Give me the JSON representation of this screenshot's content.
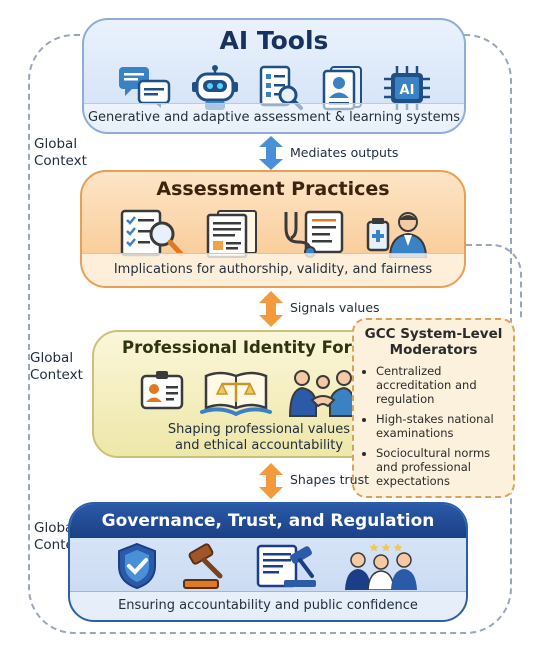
{
  "side_labels": {
    "top": [
      "Global",
      "Context"
    ],
    "middle": [
      "Global",
      "Context"
    ],
    "bottom": [
      "Global",
      "Context"
    ]
  },
  "ai_tools": {
    "title": "AI Tools",
    "caption": "Generative and adaptive assessment & learning systems",
    "icons": [
      "chat-bubbles-icon",
      "robot-icon",
      "checklist-search-icon",
      "id-card-icon",
      "ai-chip-icon"
    ]
  },
  "arrows": {
    "mediates": "Mediates outputs",
    "signals": "Signals values",
    "shapes": "Shapes trust"
  },
  "assessment": {
    "title": "Assessment Practices",
    "caption": "Implications for authorship, validity, and fairness",
    "icons": [
      "checklist-magnifier-icon",
      "documents-icon",
      "stethoscope-icon",
      "doctor-icon"
    ]
  },
  "identity": {
    "title": "Professional Identity Formation",
    "caption": [
      "Shaping professional values",
      "and ethical accountability"
    ],
    "icons": [
      "badge-icon",
      "scales-book-icon",
      "handshake-icon"
    ]
  },
  "gcc": {
    "title": [
      "GCC System-Level",
      "Moderators"
    ],
    "items": [
      "Centralized accreditation and regulation",
      "High-stakes national examinations",
      "Sociocultural norms and professional expectations"
    ]
  },
  "governance": {
    "title": "Governance, Trust, and Regulation",
    "caption": "Ensuring accountability and public confidence",
    "icons": [
      "shield-check-icon",
      "gavel-icon",
      "document-gavel-icon",
      "rated-team-icon"
    ]
  },
  "colors": {
    "ai": "#cfe0f6",
    "assessment": "#f8c58b",
    "identity": "#eee7a9",
    "governance": "#1b3f86",
    "arrow_blue": "#4a90d9",
    "arrow_orange": "#f29a3c"
  }
}
